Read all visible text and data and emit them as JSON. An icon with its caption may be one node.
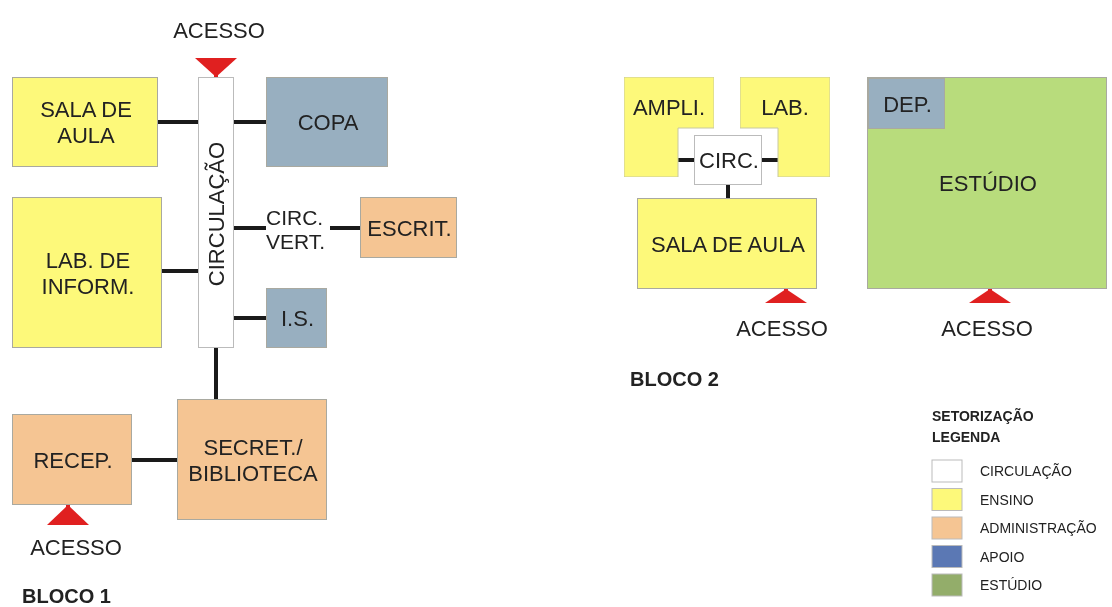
{
  "diagram": {
    "nodes": [
      {
        "text": [
          "SALA DE AULA"
        ]
      },
      {
        "text": [
          "CIRCULAÇÃO"
        ]
      },
      {
        "text": [
          "COPA"
        ]
      },
      {
        "text": [
          "LAB. DE INFORM."
        ]
      },
      {
        "text": [
          "CIRC. VERT."
        ]
      },
      {
        "text": [
          "ESCRIT."
        ]
      },
      {
        "text": [
          "I.S."
        ]
      },
      {
        "text": [
          "RECEP."
        ]
      },
      {
        "text": [
          "SECRET./ BIBLIOTECA"
        ]
      },
      {
        "text": [
          "AMPLI."
        ]
      },
      {
        "text": [
          "LAB."
        ]
      },
      {
        "text": [
          "CIRC."
        ]
      },
      {
        "text": [
          "SALA DE AULA"
        ]
      },
      {
        "text": [
          "ESTÚDIO"
        ]
      },
      {
        "text": [
          "DEP."
        ],
        "in": 13
      },
      {
        "text": [
          "ACESSO"
        ]
      },
      {
        "text": [
          "ACESSO"
        ]
      },
      {
        "text": [
          "ACESSO"
        ]
      },
      {
        "text": [
          "ACESSO"
        ]
      }
    ],
    "edges": [
      {
        "from": 0,
        "to": 1,
        "arrow": "none"
      },
      {
        "from": 1,
        "to": 2,
        "arrow": "none"
      },
      {
        "from": 3,
        "to": 1,
        "arrow": "none"
      },
      {
        "from": 1,
        "to": 4,
        "arrow": "none"
      },
      {
        "from": 4,
        "to": 5,
        "arrow": "none"
      },
      {
        "from": 1,
        "to": 6,
        "arrow": "none"
      },
      {
        "from": 1,
        "to": 8,
        "arrow": "none"
      },
      {
        "from": 7,
        "to": 8,
        "arrow": "none"
      },
      {
        "from": 9,
        "to": 11,
        "arrow": "none"
      },
      {
        "from": 11,
        "to": 10,
        "arrow": "none"
      },
      {
        "from": 11,
        "to": 12,
        "arrow": "none"
      },
      {
        "from": 15,
        "to": 1,
        "arrow": "to",
        "color": "#e02020"
      },
      {
        "from": 16,
        "to": 7,
        "arrow": "to",
        "color": "#e02020"
      },
      {
        "from": 17,
        "to": 12,
        "arrow": "to",
        "color": "#e02020"
      },
      {
        "from": 18,
        "to": 13,
        "arrow": "to",
        "color": "#e02020"
      }
    ],
    "labels": [
      "BLOCO 2",
      "SETORIZAÇÃO",
      "LEGENDA",
      "BLOCO 1"
    ],
    "legend": [
      {
        "text": "CIRCULAÇÃO",
        "color": "#ffffff"
      },
      {
        "text": "ENSINO",
        "color": "#fdf97a"
      },
      {
        "text": "ADMINISTRAÇÃO",
        "color": "#f5c593"
      },
      {
        "text": "APOIO",
        "color": "#5b78b4"
      },
      {
        "text": "ESTÚDIO",
        "color": "#93ad6a"
      }
    ]
  }
}
